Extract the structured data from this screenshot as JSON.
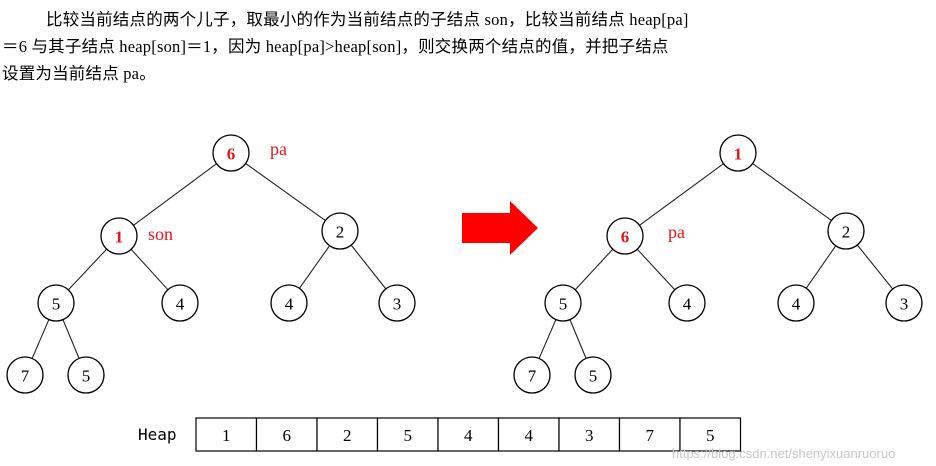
{
  "description": {
    "line1": "比较当前结点的两个儿子，取最小的作为当前结点的子结点 son，比较当前结点 heap[pa]",
    "line2": "＝6 与其子结点 heap[son]＝1，因为 heap[pa]>heap[son]，则交换两个结点的值，并把子结点",
    "line3": "设置为当前结点 pa。"
  },
  "left_tree": {
    "nodes": [
      "6",
      "1",
      "2",
      "5",
      "4",
      "4",
      "3",
      "7",
      "5"
    ],
    "highlighted": [
      0,
      1
    ],
    "pa_label": "pa",
    "son_label": "son"
  },
  "right_tree": {
    "nodes": [
      "1",
      "6",
      "2",
      "5",
      "4",
      "4",
      "3",
      "7",
      "5"
    ],
    "highlighted": [
      0,
      1
    ],
    "pa_label": "pa"
  },
  "arrow": {
    "color": "#ff0000"
  },
  "heap": {
    "label": "Heap",
    "values": [
      "1",
      "6",
      "2",
      "5",
      "4",
      "4",
      "3",
      "7",
      "5"
    ]
  },
  "watermark": "https://blog.csdn.net/shenyixuanruoruo"
}
